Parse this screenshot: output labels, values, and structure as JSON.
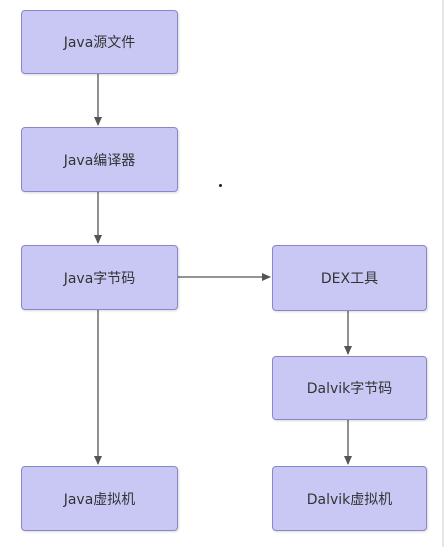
{
  "colors": {
    "node_fill": "#c9c8f5",
    "node_border": "#8a87c9",
    "arrow": "#555555",
    "text": "#333333"
  },
  "nodes": {
    "java_source": "Java源文件",
    "java_compiler": "Java编译器",
    "java_bytecode": "Java字节码",
    "java_vm": "Java虚拟机",
    "dex_tool": "DEX工具",
    "dalvik_bytecode": "Dalvik字节码",
    "dalvik_vm": "Dalvik虚拟机"
  },
  "edges": [
    {
      "from": "java_source",
      "to": "java_compiler"
    },
    {
      "from": "java_compiler",
      "to": "java_bytecode"
    },
    {
      "from": "java_bytecode",
      "to": "java_vm"
    },
    {
      "from": "java_bytecode",
      "to": "dex_tool"
    },
    {
      "from": "dex_tool",
      "to": "dalvik_bytecode"
    },
    {
      "from": "dalvik_bytecode",
      "to": "dalvik_vm"
    }
  ]
}
